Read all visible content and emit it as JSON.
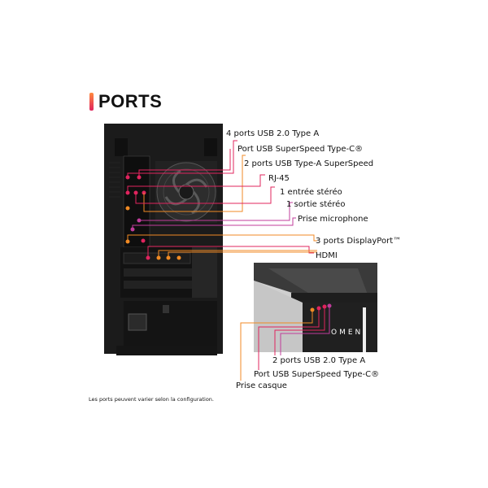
{
  "title": "PORTS",
  "rear_labels": [
    "4 ports USB 2.0 Type A",
    "Port USB SuperSpeed Type-C®",
    "2 ports USB Type-A SuperSpeed",
    "RJ-45",
    "1 entrée stéréo",
    "1 sortie stéréo",
    "Prise microphone",
    "3 ports DisplayPort™",
    "HDMI"
  ],
  "front_labels": [
    "2 ports USB 2.0 Type A",
    "Port USB SuperSpeed Type-C®",
    "Prise casque"
  ],
  "case_logo": "OMEN",
  "footnote": "Les ports peuvent varier selon la configuration.",
  "colors": {
    "accent_pink": "#e0245e",
    "accent_orange": "#f08a24",
    "accent_magenta": "#c03c9b",
    "case": "#1b1b1b"
  }
}
